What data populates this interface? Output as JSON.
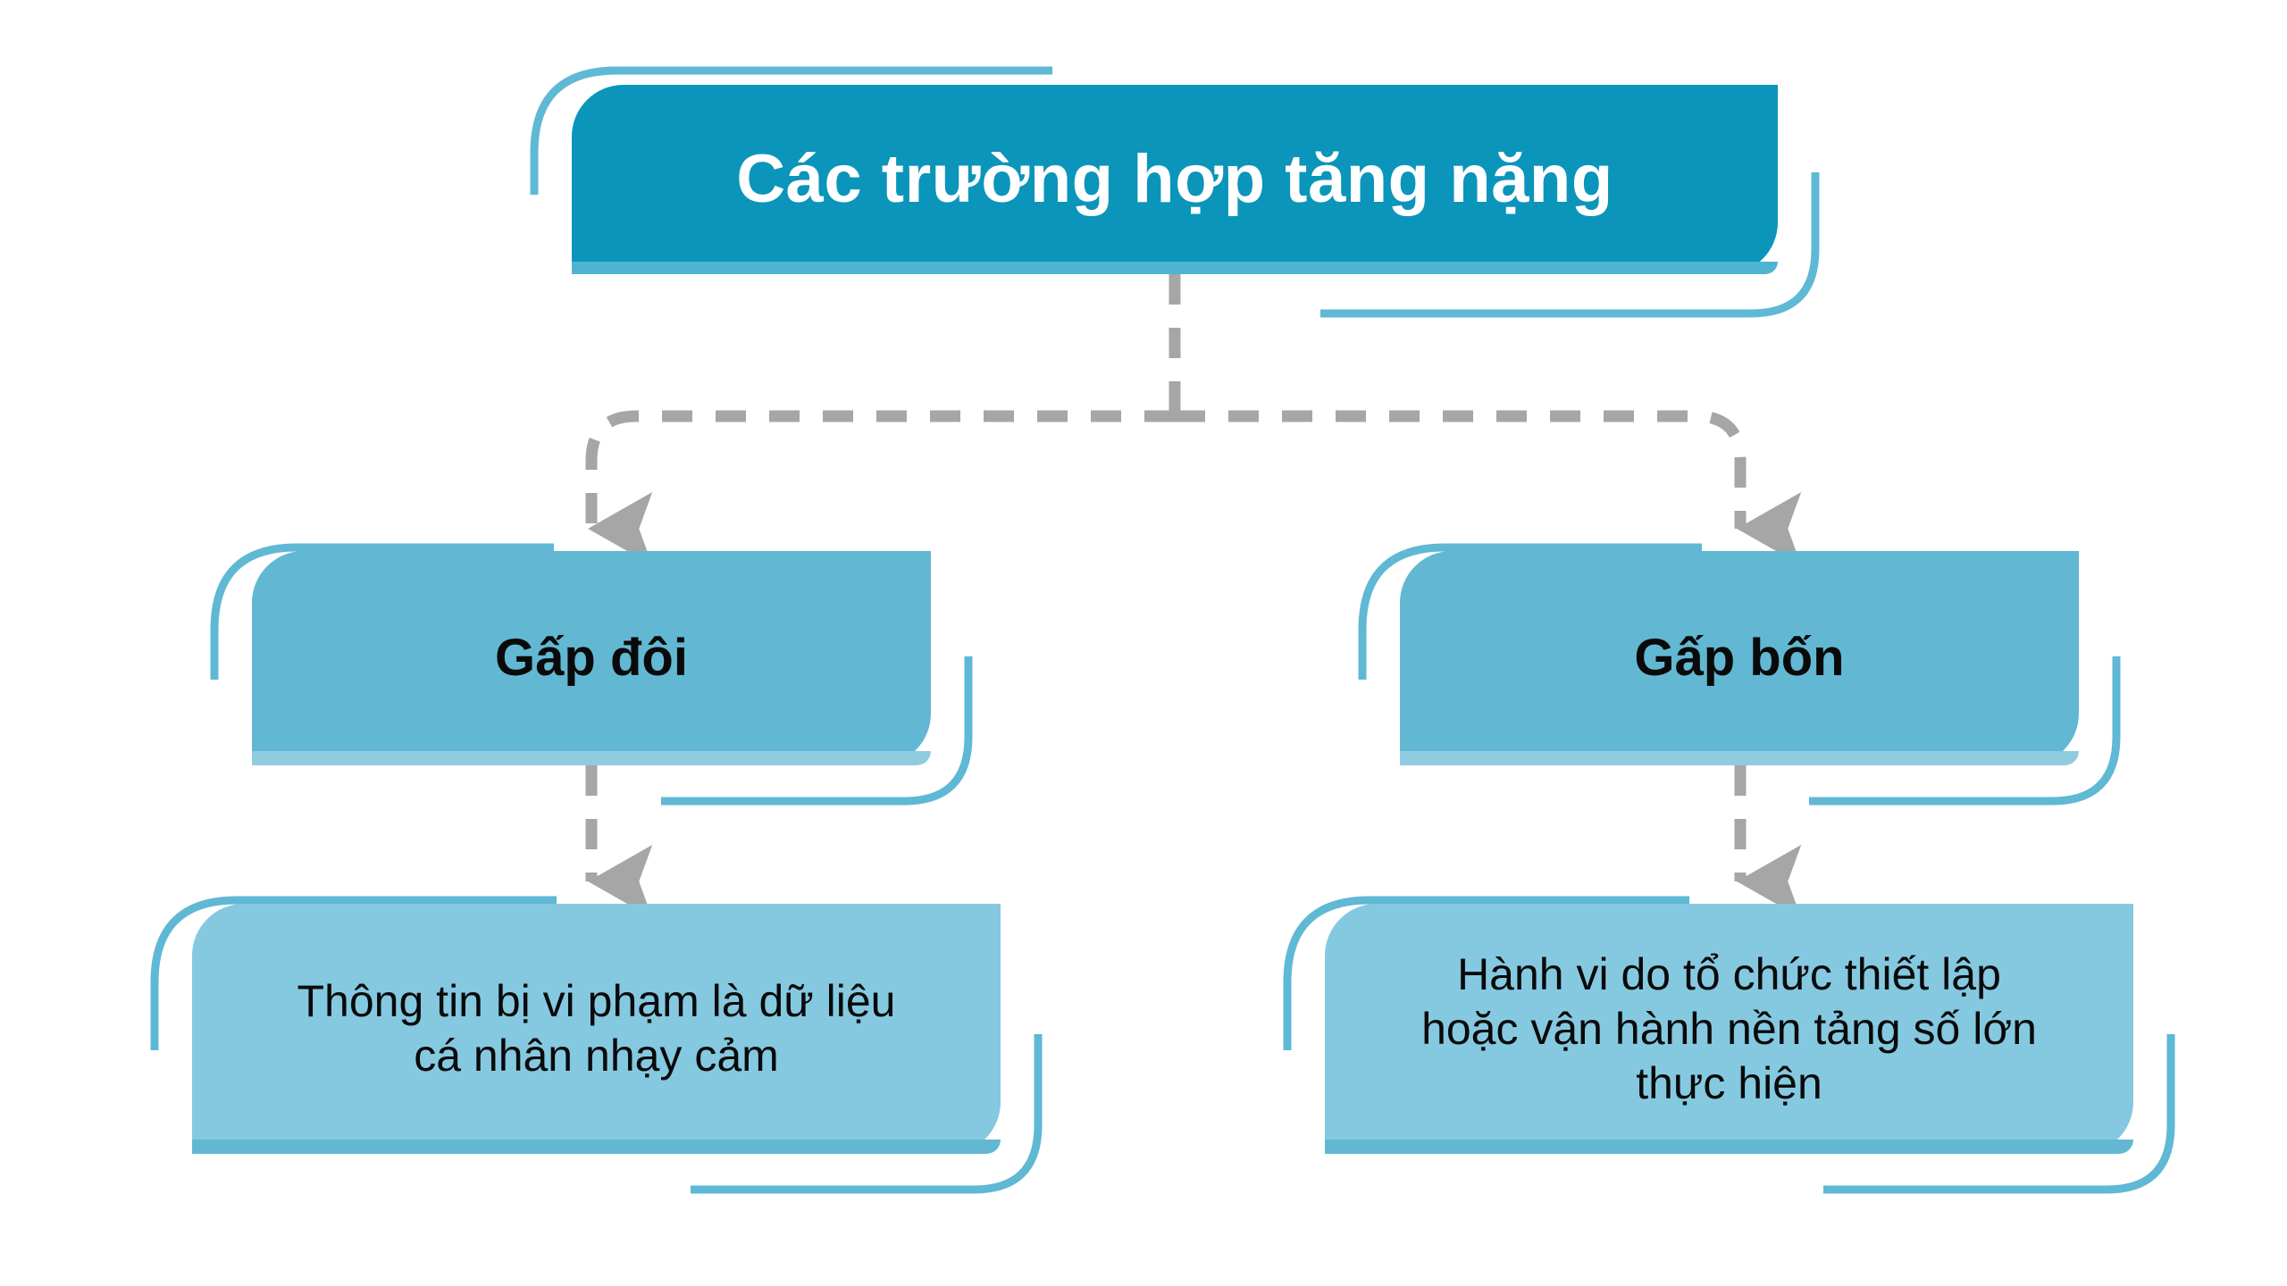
{
  "diagram": {
    "type": "hierarchy-flowchart",
    "title": "Các trường hợp tăng nặng",
    "orientation": "top-down",
    "colors": {
      "root_fill": "#0B95BA",
      "root_bevel": "#4FB4D1",
      "tier2_fill": "#62B8D3",
      "tier2_bevel": "#8FCCE0",
      "tier3_fill": "#85C9E1",
      "tier3_bevel": "#62B8D3",
      "deco_stroke": "#5FB8D4",
      "connector": "#A6A6A6",
      "root_text": "#FFFFFF",
      "node_text": "#0A0A0A",
      "background": "#FFFFFF"
    },
    "root": {
      "id": "root",
      "label": "Các trường hợp tăng nặng"
    },
    "branches": [
      {
        "id": "double",
        "label": "Gấp đôi",
        "detail": {
          "id": "double-detail",
          "label": "Thông tin bị vi phạm là dữ liệu\ncá nhân nhạy cảm"
        }
      },
      {
        "id": "quad",
        "label": "Gấp bốn",
        "detail": {
          "id": "quad-detail",
          "label": "Hành vi do tổ chức thiết lập\nhoặc vận hành nền tảng số lớn\nthực hiện"
        }
      }
    ],
    "connectors": [
      {
        "from": "root",
        "to": "double",
        "style": "dashed",
        "arrow": true
      },
      {
        "from": "root",
        "to": "quad",
        "style": "dashed",
        "arrow": true
      },
      {
        "from": "double",
        "to": "double-detail",
        "style": "dashed",
        "arrow": true
      },
      {
        "from": "quad",
        "to": "quad-detail",
        "style": "dashed",
        "arrow": true
      }
    ]
  }
}
